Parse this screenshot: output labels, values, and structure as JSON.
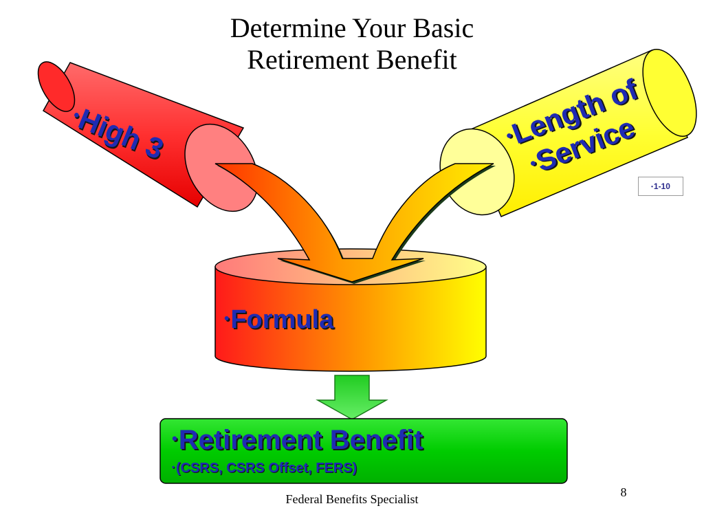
{
  "title": {
    "line1": "Determine Your Basic",
    "line2": "Retirement Benefit"
  },
  "labels": {
    "high3": "High 3",
    "length_line1": "Length of",
    "length_line2": "Service",
    "formula": "Formula",
    "retirement": "Retirement Benefit",
    "retirement_sub": "(CSRS, CSRS Offset, FERS)"
  },
  "bullet": "•",
  "reference": "1-10",
  "footer": "Federal Benefits Specialist",
  "page_number": "8",
  "colors": {
    "high3_cylinder": "#ff3333",
    "high3_cap": "#ff8080",
    "service_cylinder": "#ffff33",
    "service_cap": "#ffff99",
    "formula_gradient_start": "#ff1a1a",
    "formula_gradient_end": "#ffff00",
    "arrow_gradient_start": "#ff4400",
    "arrow_gradient_end": "#ffee00",
    "green_arrow": "#33dd33",
    "retirement_box": "#00cc00",
    "label_text": "#1f2bb3"
  }
}
